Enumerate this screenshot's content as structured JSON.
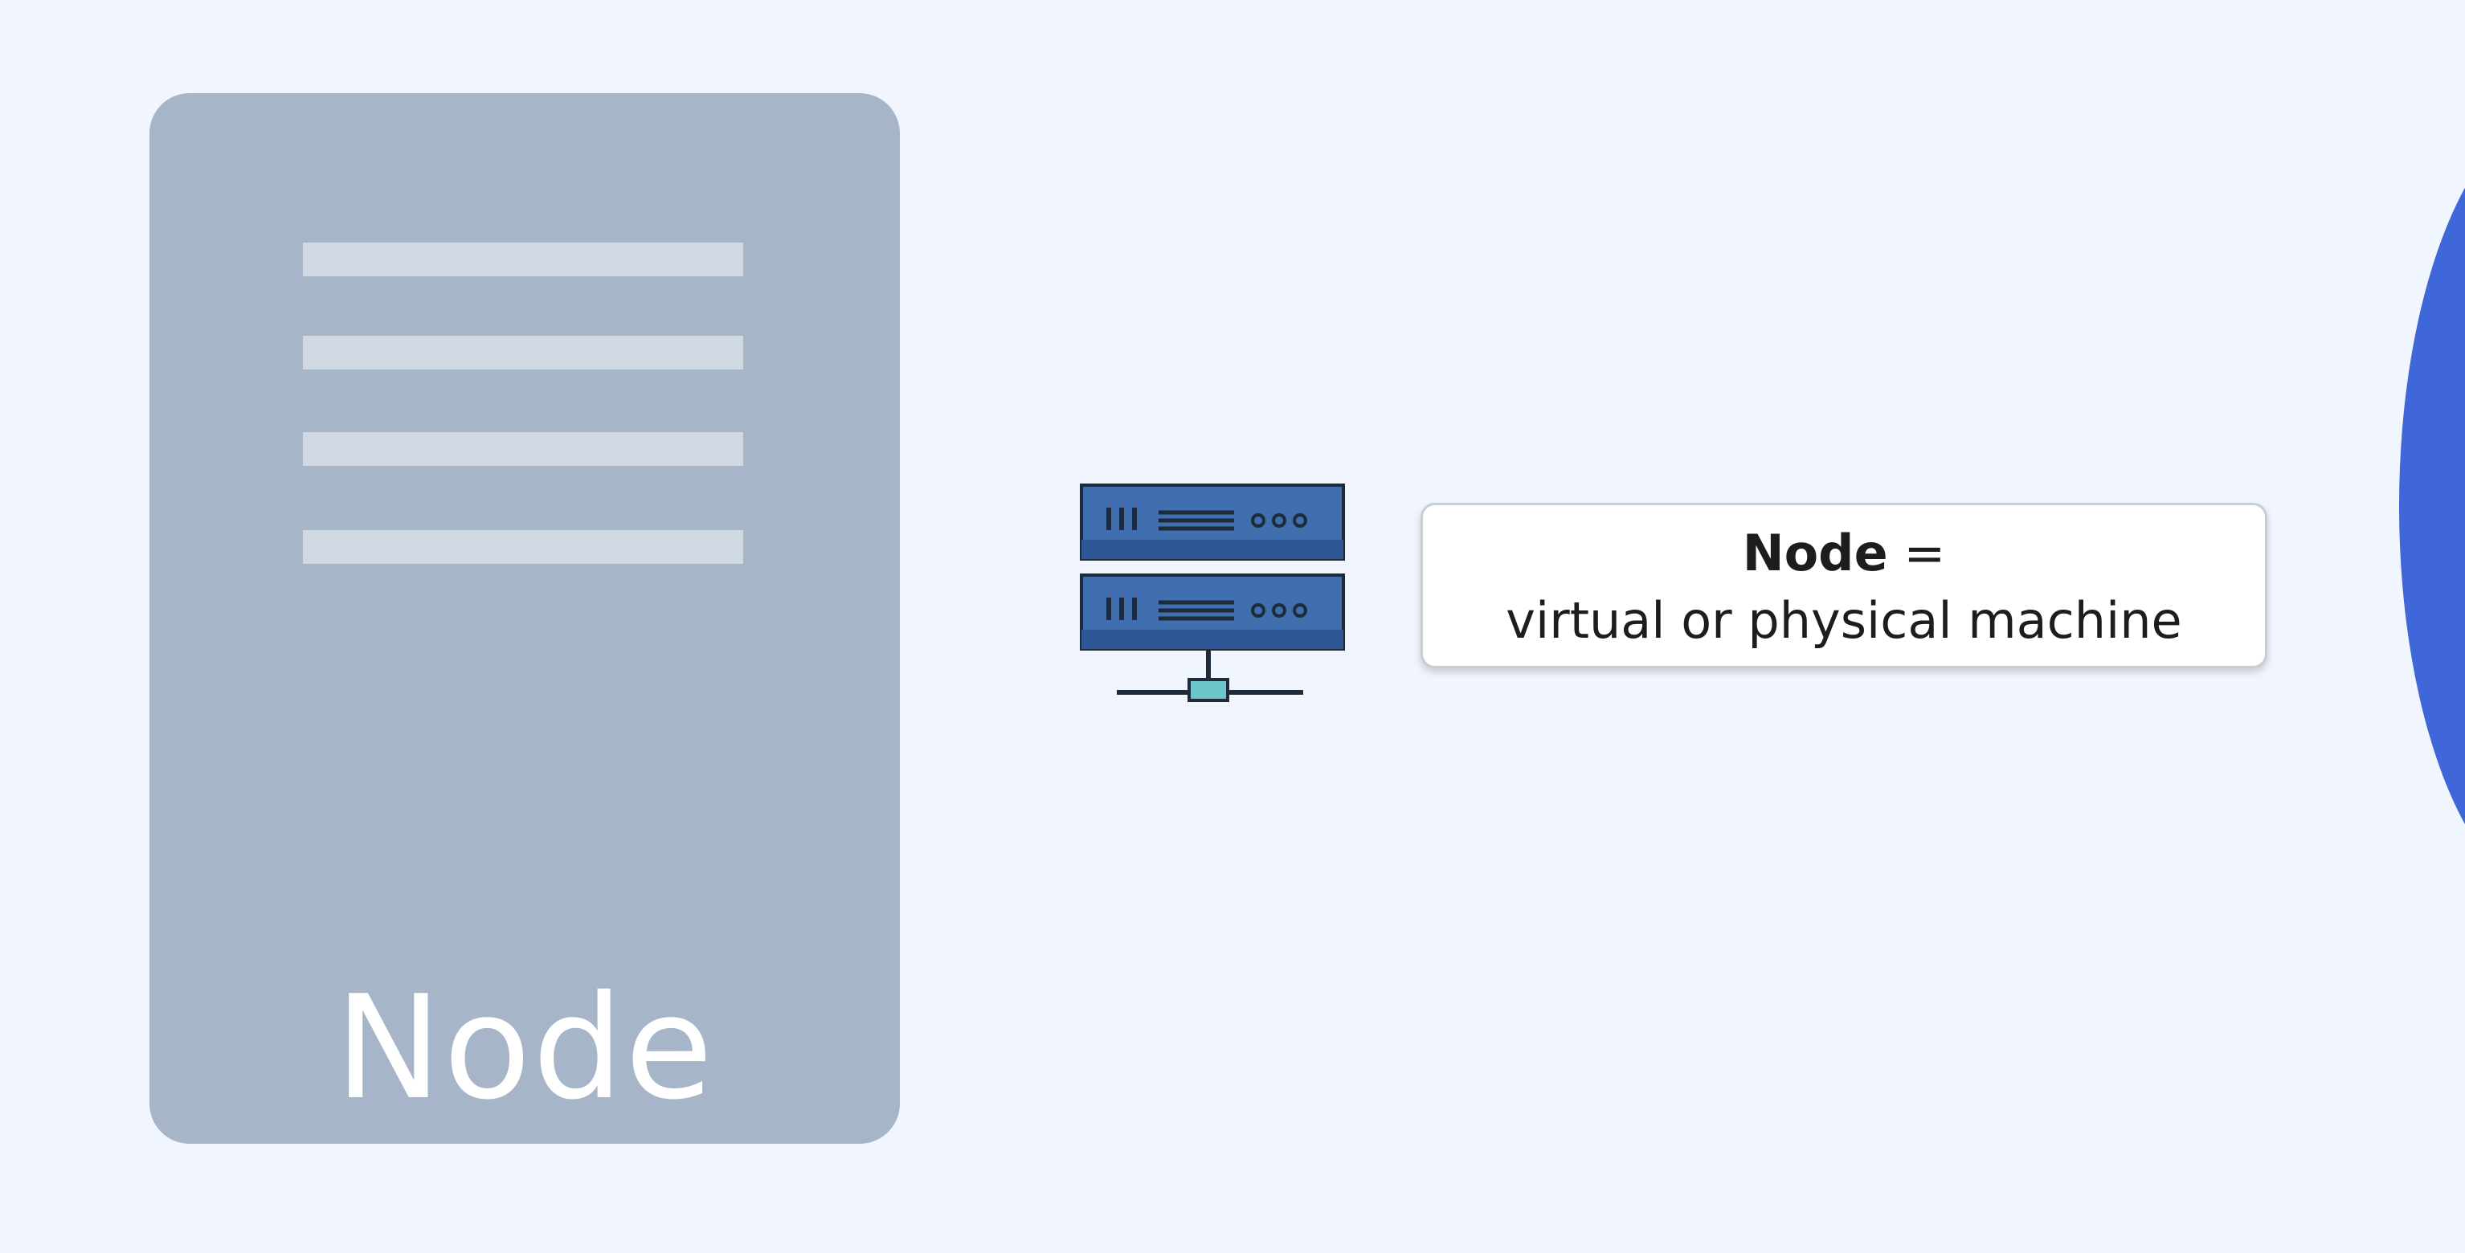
{
  "node_card": {
    "label": "Node",
    "lines": 4
  },
  "definition": {
    "term": "Node",
    "operator": "=",
    "description": "virtual or physical machine"
  },
  "icons": {
    "server": "server-rack-icon"
  },
  "colors": {
    "background": "#f1f6fe",
    "node_card": "#a7b5c9",
    "node_lines": "#d0d9e2",
    "server_blue": "#3f6fae",
    "server_dark": "#1f2a3b",
    "accent_blue": "#3f67da"
  }
}
